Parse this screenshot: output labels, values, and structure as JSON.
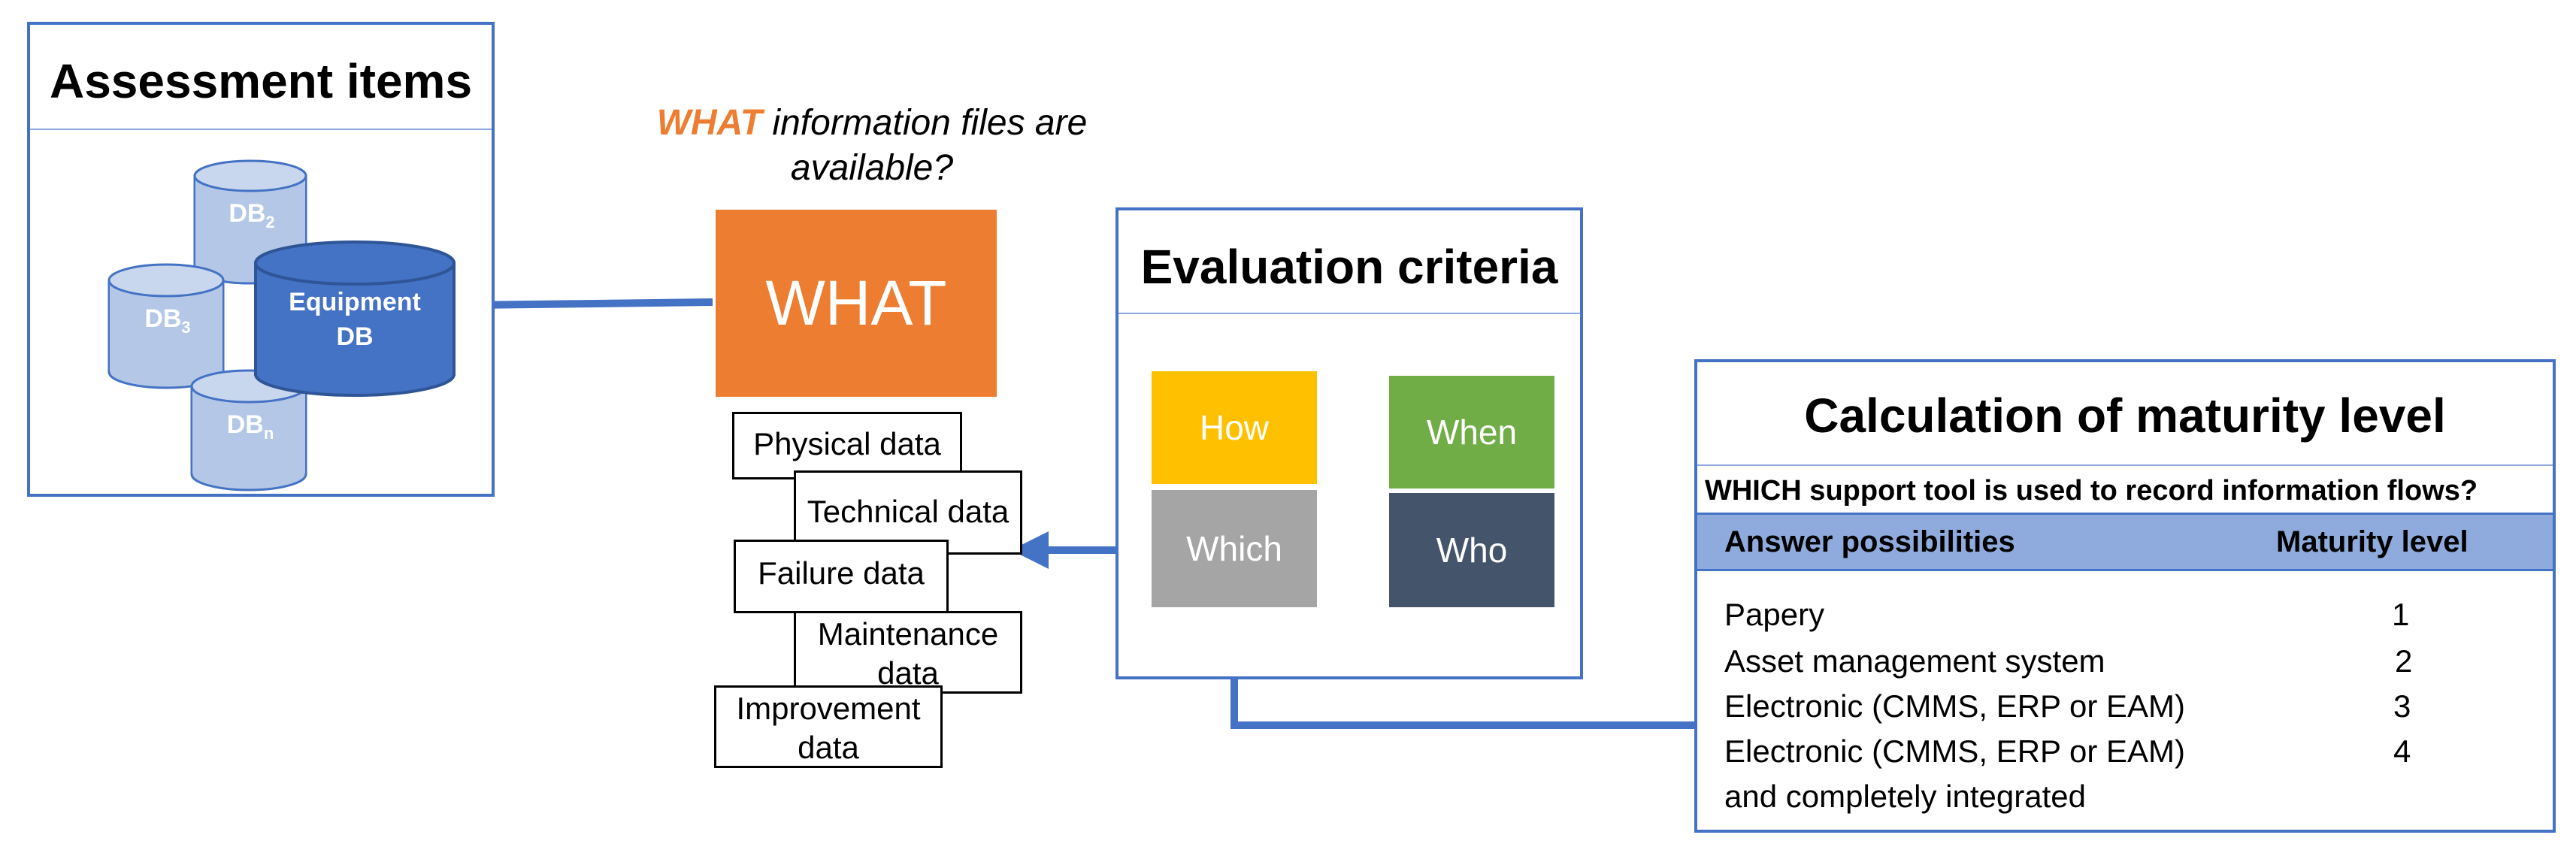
{
  "assessment": {
    "title": "Assessment items",
    "databases": [
      {
        "label": "DB",
        "sub": "2"
      },
      {
        "label": "DB",
        "sub": "3"
      },
      {
        "label": "DB",
        "sub": "n"
      }
    ],
    "main_db": {
      "line1": "Equipment",
      "line2": "DB"
    }
  },
  "what": {
    "question_highlight": "WHAT",
    "question_rest": " information files are",
    "question_line2": "available?",
    "tile_label": "WHAT",
    "data_items": [
      {
        "line1": "Physical data",
        "line2": ""
      },
      {
        "line1": "Technical data",
        "line2": ""
      },
      {
        "line1": "Failure data",
        "line2": ""
      },
      {
        "line1": "Maintenance",
        "line2": "data"
      },
      {
        "line1": "Improvement",
        "line2": "data"
      }
    ]
  },
  "evaluation": {
    "title": "Evaluation criteria",
    "tiles": {
      "how": "How",
      "when": "When",
      "which": "Which",
      "who": "Who"
    }
  },
  "maturity": {
    "title": "Calculation of maturity level",
    "question": "WHICH support tool is used to record information flows?",
    "header": {
      "answer": "Answer possibilities",
      "level": "Maturity level"
    },
    "rows": [
      {
        "answer": "Papery",
        "level": "1"
      },
      {
        "answer": "Asset management system",
        "level": "2"
      },
      {
        "answer": "Electronic (CMMS, ERP or EAM)",
        "level": "3"
      },
      {
        "answer": "Electronic (CMMS, ERP or EAM)",
        "level": "4"
      }
    ],
    "continuation": "and completely integrated"
  },
  "colors": {
    "border": "#4472c4",
    "arrow": "#4472c4",
    "what_orange": "#ed7d31",
    "how_yellow": "#ffc000",
    "when_green": "#70ad47",
    "which_gray": "#a5a5a5",
    "who_navy": "#44546a",
    "db_light": "#b4c7e7",
    "db_dark": "#4472c4",
    "table_header": "#8faadc"
  }
}
